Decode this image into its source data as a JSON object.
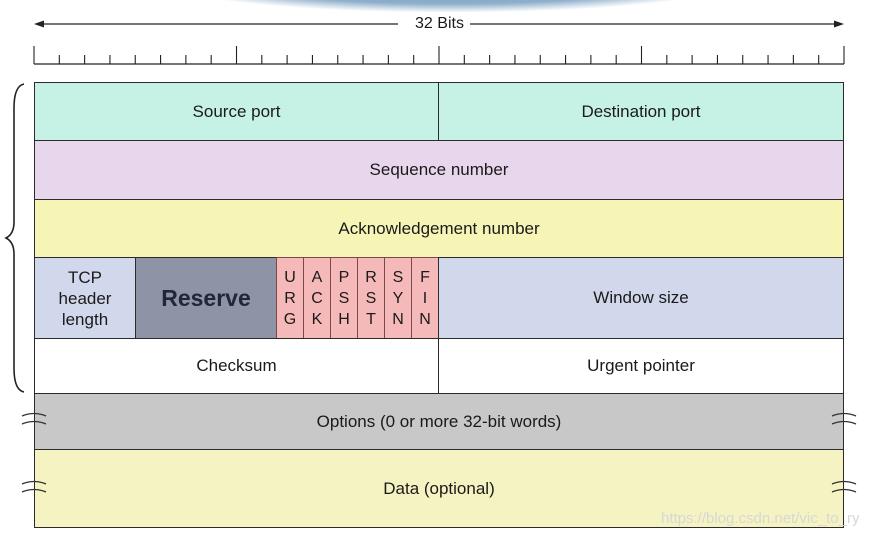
{
  "title": "32 Bits",
  "fields": {
    "source_port": "Source port",
    "destination_port": "Destination port",
    "sequence_number": "Sequence number",
    "acknowledgement_number": "Acknowledgement number",
    "tcp_header_length": [
      "TCP",
      "header",
      "length"
    ],
    "reserve": "Reserve",
    "flags": [
      {
        "letters": [
          "U",
          "R",
          "G"
        ]
      },
      {
        "letters": [
          "A",
          "C",
          "K"
        ]
      },
      {
        "letters": [
          "P",
          "S",
          "H"
        ]
      },
      {
        "letters": [
          "R",
          "S",
          "T"
        ]
      },
      {
        "letters": [
          "S",
          "Y",
          "N"
        ]
      },
      {
        "letters": [
          "F",
          "I",
          "N"
        ]
      }
    ],
    "window_size": "Window size",
    "checksum": "Checksum",
    "urgent_pointer": "Urgent pointer",
    "options": "Options (0 or more 32-bit words)",
    "data": "Data (optional)"
  },
  "colors": {
    "ports": "#c6f2e6",
    "sequence": "#e8d6ec",
    "acknowledgement": "#f7f5b6",
    "header_row": "#d2d8ec",
    "reserve": "#8e93a6",
    "flags": "#f6b9b9",
    "checksum_row": "#ffffff",
    "options": "#c8c8c8",
    "data": "#f6f3c2"
  },
  "watermark": "https://blog.csdn.net/vic_to_ry"
}
